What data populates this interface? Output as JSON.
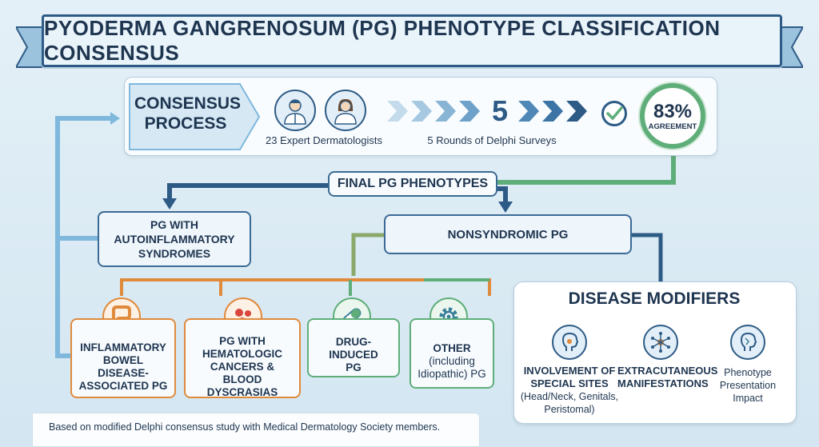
{
  "title": "PYODERMA GANGRENOSUM (PG) PHENOTYPE CLASSIFICATION CONSENSUS",
  "consensus": {
    "heading_line1": "CONSENSUS",
    "heading_line2": "PROCESS",
    "experts_label": "23 Expert Dermatologists",
    "rounds_number": "5",
    "rounds_label": "5 Rounds of Delphi Surveys",
    "agreement_percent": "83%",
    "agreement_label": "AGREEMENT"
  },
  "final_label": "FINAL PG PHENOTYPES",
  "autoinflammatory": {
    "line1": "PG WITH",
    "line2": "AUTOINFLAMMATORY",
    "line3": "SYNDROMES"
  },
  "nonsyndromic": "NONSYNDROMIC PG",
  "phenotypes": [
    {
      "line1": "INFLAMMATORY",
      "line2": "BOWEL DISEASE-",
      "line3": "ASSOCIATED PG",
      "color": "#e08a3c"
    },
    {
      "line1": "PG WITH",
      "line2": "HEMATOLOGIC",
      "line3": "CANCERS & BLOOD",
      "line4": "DYSCRASIAS",
      "color": "#e08a3c"
    },
    {
      "line1": "DRUG-INDUCED",
      "line2": "PG",
      "color": "#5fae7a"
    },
    {
      "line1": "OTHER",
      "line2": "(including",
      "line3": "Idiopathic) PG",
      "color": "#5fae7a"
    }
  ],
  "modifiers": {
    "heading": "DISEASE MODIFIERS",
    "items": [
      {
        "title1": "INVOLVEMENT OF",
        "title2": "SPECIAL SITES",
        "desc1": "(Head/Neck, Genitals,",
        "desc2": "Peristomal)"
      },
      {
        "title1": "EXTRACUTANEOUS",
        "title2": "MANIFESTATIONS"
      },
      {
        "desc1": "Phenotype",
        "desc2": "Presentation",
        "desc3": "Impact"
      }
    ]
  },
  "footnote": "Based on modified Delphi consensus study with Medical Dermatology Society members.",
  "colors": {
    "navy": "#2d5b86",
    "orange": "#e08a3c",
    "green": "#5fae7a",
    "light_blue": "#7fb8dc",
    "teal": "#3a7f9a"
  }
}
